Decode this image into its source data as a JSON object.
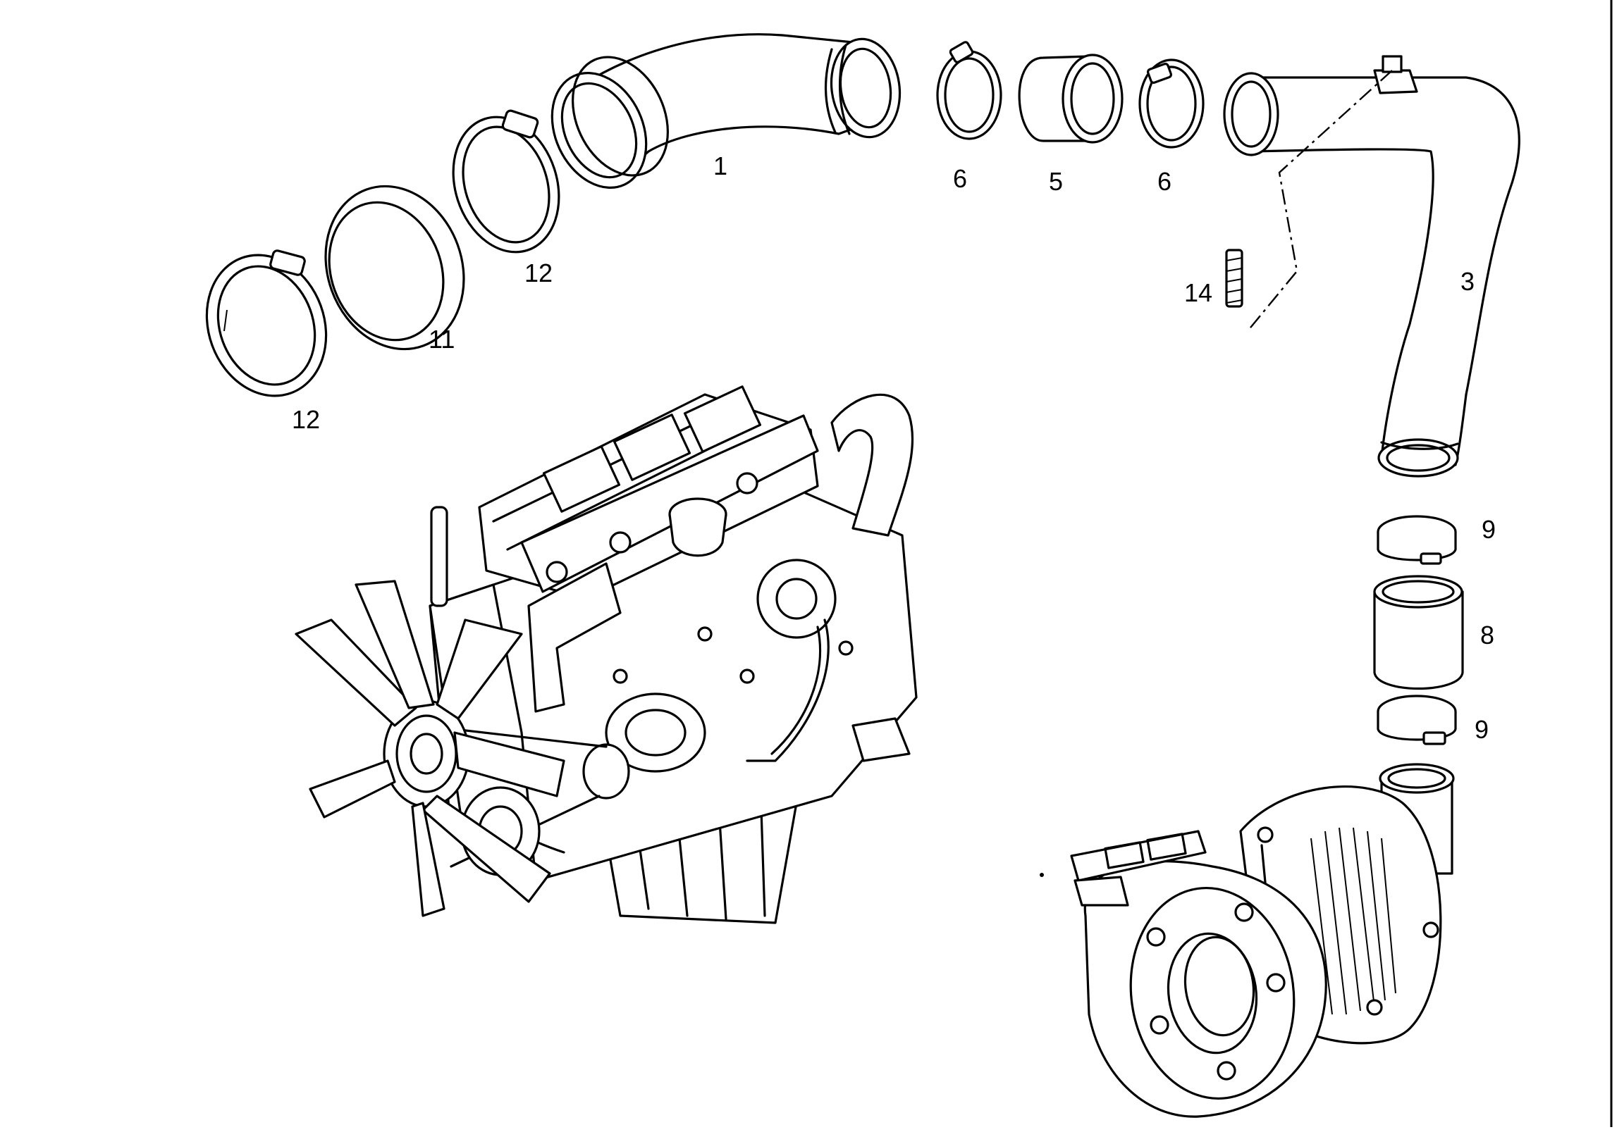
{
  "callouts": {
    "c1": "1",
    "c3": "3",
    "c5": "5",
    "c6a": "6",
    "c6b": "6",
    "c8": "8",
    "c9a": "9",
    "c9b": "9",
    "c11": "11",
    "c12a": "12",
    "c12b": "12",
    "c14": "14"
  },
  "colors": {
    "line": "#000000",
    "paper": "#ffffff"
  }
}
